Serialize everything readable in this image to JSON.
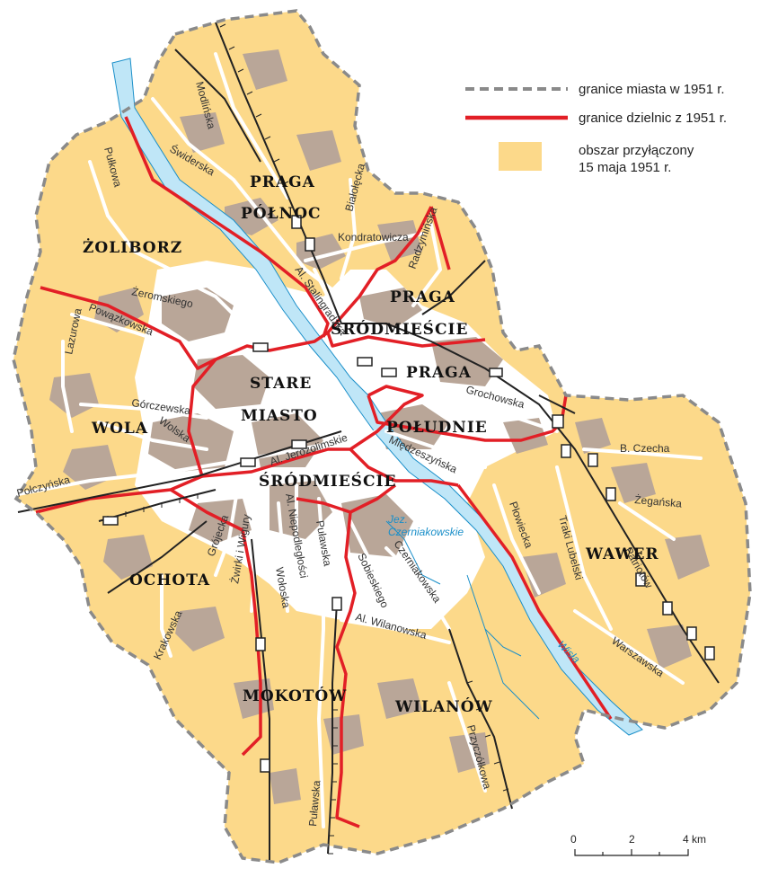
{
  "legend": {
    "items": [
      {
        "key": "boundary1951",
        "label": "granice miasta w 1951 r.",
        "color": "#8a8a8a"
      },
      {
        "key": "districts1951",
        "label": "granice dzielnic z 1951 r.",
        "color": "#e21f26"
      },
      {
        "key": "annexed",
        "label": "obszar przyłączony",
        "label2": "15 maja 1951 r.",
        "color": "#fcd98a"
      }
    ]
  },
  "colors": {
    "annexed_fill": "#fcd98a",
    "builtup": "#b9a698",
    "roads": "#ffffff",
    "river": "#bfe6f7",
    "river_line": "#1a8fc9",
    "district_border": "#e21f26",
    "city_border": "#8a8a8a",
    "railway": "#222222"
  },
  "districts": [
    {
      "id": "praga-polnoc-1",
      "label": "PRAGA"
    },
    {
      "id": "praga-polnoc-2",
      "label": "PÓŁNOC"
    },
    {
      "id": "zoliborz",
      "label": "ŻOLIBORZ"
    },
    {
      "id": "praga-srodmiescie-1",
      "label": "PRAGA"
    },
    {
      "id": "praga-srodmiescie-2",
      "label": "ŚRÓDMIEŚCIE"
    },
    {
      "id": "stare-miasto-1",
      "label": "STARE"
    },
    {
      "id": "stare-miasto-2",
      "label": "MIASTO"
    },
    {
      "id": "praga-poludnie-1",
      "label": "PRAGA"
    },
    {
      "id": "praga-poludnie-2",
      "label": "POŁUDNIE"
    },
    {
      "id": "wola",
      "label": "WOLA"
    },
    {
      "id": "srodmiescie",
      "label": "ŚRÓDMIEŚCIE"
    },
    {
      "id": "ochota",
      "label": "OCHOTA"
    },
    {
      "id": "wawer",
      "label": "WAWER"
    },
    {
      "id": "mokotow",
      "label": "MOKOTÓW"
    },
    {
      "id": "wilanow",
      "label": "WILANÓW"
    }
  ],
  "streets": [
    "Modlińska",
    "Świderska",
    "Białołęcka",
    "Kondratowicza",
    "Radzymińska",
    "Al. Stalingradzka",
    "Żeromskiego",
    "Powązkowska",
    "Pułkowa",
    "Lazurowa",
    "Górczewska",
    "Wolska",
    "Połczyńska",
    "Al. Jerozolimskie",
    "Grochowska",
    "Międzeszyńska",
    "B. Czecha",
    "Żegańska",
    "Traki Lubelski",
    "Patriotów",
    "Warszawska",
    "Płowiecka",
    "Grójecka",
    "Żwirki i Wigury",
    "Al. Niepodległości",
    "Wołoska",
    "Puławska",
    "Sobieskiego",
    "Czerniakowska",
    "Al. Wilanowska",
    "Przyczółkowa",
    "Krakowska"
  ],
  "water": {
    "lake": "Jez.",
    "lake2": "Czerniakowskie",
    "river": "Wisła"
  },
  "scale": {
    "ticks": [
      "0",
      "2",
      "4 km"
    ]
  }
}
